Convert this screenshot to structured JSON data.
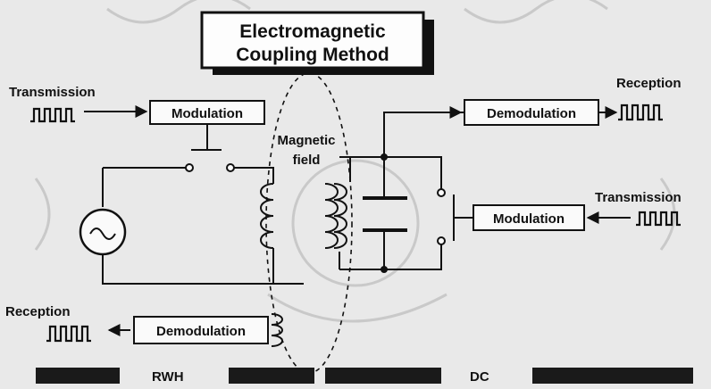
{
  "title": {
    "line1": "Electromagnetic",
    "line2": "Coupling Method"
  },
  "labels": {
    "transmission_left": "Transmission",
    "transmission_right": "Transmission",
    "reception_top": "Reception",
    "reception_bottom": "Reception",
    "modulation_left": "Modulation",
    "modulation_right": "Modulation",
    "demodulation_top": "Demodulation",
    "demodulation_bottom": "Demodulation",
    "magnetic": "Magnetic",
    "field": "field"
  },
  "footer": {
    "left_text": "RWH",
    "right_text": "DC"
  },
  "colors": {
    "background": "#e9e9e9",
    "ink": "#111111",
    "footer_bar": "#1a1a1a"
  },
  "icons": [
    "ac-source-icon",
    "switch-icon",
    "coil-icon",
    "capacitor-icon",
    "pulse-signal-icon",
    "arrow-icon"
  ]
}
